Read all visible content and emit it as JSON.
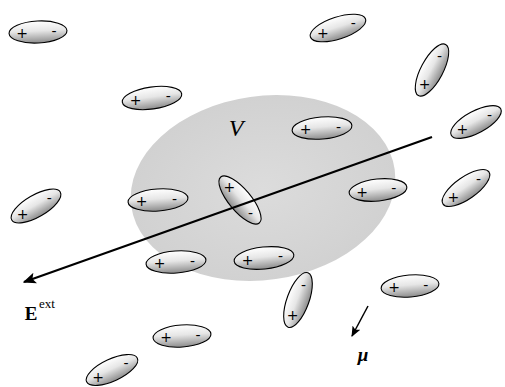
{
  "diagram": {
    "labels": [
      "V",
      "E",
      "ext",
      "μ",
      "+",
      "-",
      "+",
      "-",
      "+",
      "-",
      "+",
      "-",
      "+",
      "-",
      "+",
      "-",
      "+",
      "-",
      "+",
      "-",
      "+",
      "-",
      "+",
      "-",
      "+",
      "-",
      "+",
      "-",
      "+",
      "-",
      "+",
      "-",
      "+",
      "-",
      "+",
      "-",
      "+",
      "-"
    ]
  }
}
